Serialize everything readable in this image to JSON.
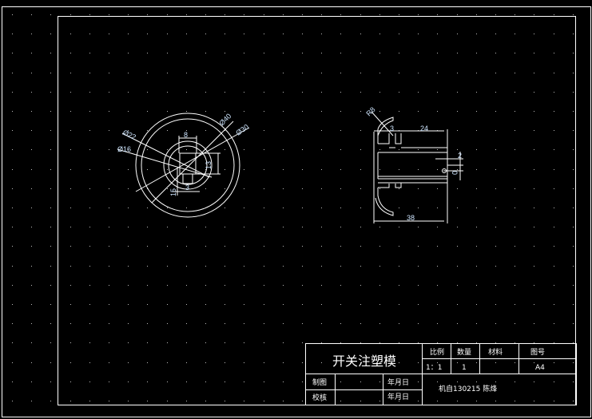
{
  "drawing": {
    "front_view_dimensions": {
      "d40": "Ø40",
      "d30": "Ø30",
      "d22": "Ø22",
      "d16": "Ø16",
      "w8": "8",
      "h13": "13",
      "w3": "3",
      "h15": "15"
    },
    "side_view_dimensions": {
      "r8": "R8",
      "t3": "3",
      "l24": "24",
      "t2": "2",
      "t0": "0",
      "l38": "38"
    }
  },
  "title_block": {
    "title": "开关注塑模",
    "scale_label": "比例",
    "scale_value": "1：1",
    "qty_label": "数量",
    "qty_value": "1",
    "material_label": "材料",
    "material_value": "",
    "drawing_no_label": "图号",
    "drawing_no_value": "A4",
    "drawn_label": "制图",
    "checked_label": "校核",
    "date_label_1": "年月日",
    "date_label_2": "年月日",
    "author": "机自130215 陈烽"
  },
  "colors": {
    "background": "#000000",
    "lines": "#ffffff",
    "dimension_text": "#cfe6ff"
  }
}
